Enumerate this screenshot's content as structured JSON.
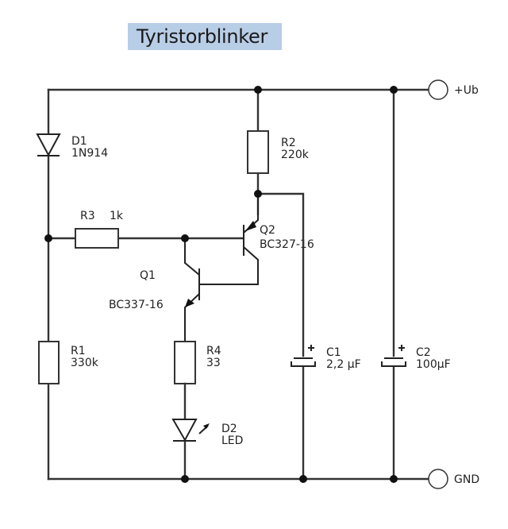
{
  "title": "Tyristorblinker",
  "terminals": {
    "supply": "+Ub",
    "ground": "GND"
  },
  "components": {
    "D1": {
      "ref": "D1",
      "value": "1N914"
    },
    "R1": {
      "ref": "R1",
      "value": "330k"
    },
    "R2": {
      "ref": "R2",
      "value": "220k"
    },
    "R3": {
      "ref": "R3",
      "value": "1k"
    },
    "R4": {
      "ref": "R4",
      "value": "33"
    },
    "Q1": {
      "ref": "Q1",
      "value": "BC337-16"
    },
    "Q2": {
      "ref": "Q2",
      "value": "BC327-16"
    },
    "C1": {
      "ref": "C1",
      "value": "2,2 µF",
      "polarity": "+"
    },
    "C2": {
      "ref": "C2",
      "value": "100µF",
      "polarity": "+"
    },
    "D2": {
      "ref": "D2",
      "value": "LED"
    }
  }
}
